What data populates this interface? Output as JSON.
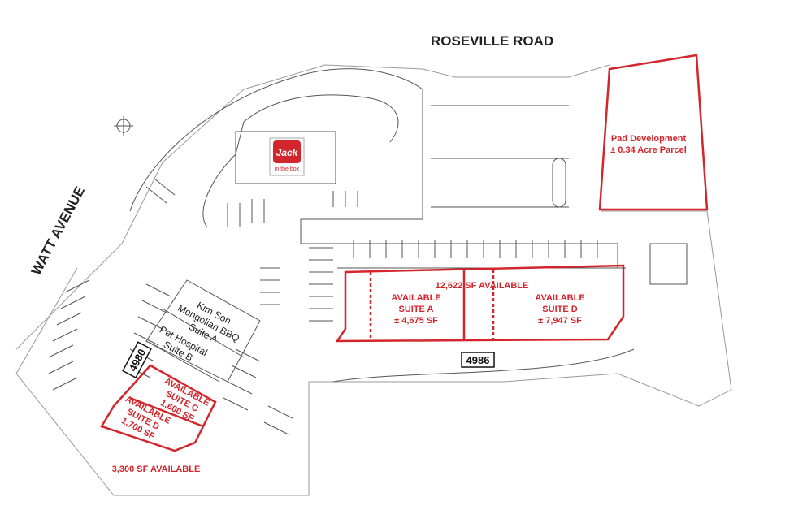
{
  "roads": {
    "north": "ROSEVILLE ROAD",
    "west": "WATT AVENUE"
  },
  "tenant_logo": {
    "name": "Jack in the box",
    "brand_color": "#d3262c"
  },
  "pad": {
    "line1": "Pad Development",
    "line2": "± 0.34 Acre Parcel"
  },
  "building_4986": {
    "address": "4986",
    "total": "12,622 SF AVAILABLE",
    "suite_a": {
      "l1": "AVAILABLE",
      "l2": "SUITE A",
      "l3": "± 4,675 SF"
    },
    "suite_d": {
      "l1": "AVAILABLE",
      "l2": "SUITE D",
      "l3": "± 7,947 SF"
    }
  },
  "building_4980": {
    "address": "4980",
    "suite_a": {
      "l1": "Kim Son",
      "l2": "Mongolian BBQ",
      "l3": "Suite A"
    },
    "suite_b": {
      "l1": "Pet Hospital",
      "l2": "Suite B"
    },
    "suite_c": {
      "l1": "AVAILABLE",
      "l2": "SUITE C",
      "l3": "1,600 SF"
    },
    "suite_d": {
      "l1": "AVAILABLE",
      "l2": "SUITE D",
      "l3": "1,700 SF"
    },
    "total": "3,300 SF AVAILABLE"
  },
  "colors": {
    "accent": "#d3262c",
    "lines": "#555555"
  }
}
